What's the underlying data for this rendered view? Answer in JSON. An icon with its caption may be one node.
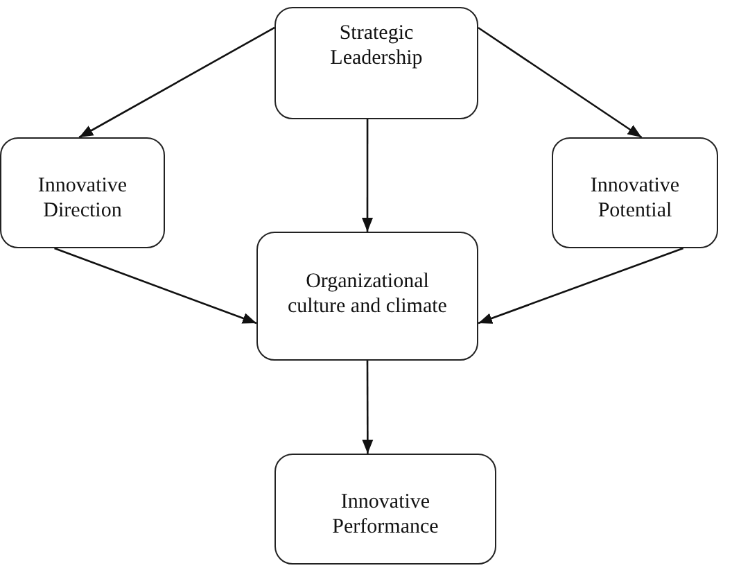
{
  "diagram": {
    "nodes": [
      {
        "text": [
          "Strategic Leadership"
        ]
      },
      {
        "text": [
          "Innovative Direction"
        ]
      },
      {
        "text": [
          "Innovative Potential"
        ]
      },
      {
        "text": [
          "Organizational culture and climate"
        ]
      },
      {
        "text": [
          "Innovative Performance"
        ]
      }
    ],
    "edges": [
      {
        "from": 0,
        "to": 1,
        "arrow": "to"
      },
      {
        "from": 0,
        "to": 2,
        "arrow": "to"
      },
      {
        "from": 0,
        "to": 3,
        "arrow": "to"
      },
      {
        "from": 1,
        "to": 3,
        "arrow": "to"
      },
      {
        "from": 2,
        "to": 3,
        "arrow": "to"
      },
      {
        "from": 3,
        "to": 4,
        "arrow": "to"
      }
    ]
  }
}
